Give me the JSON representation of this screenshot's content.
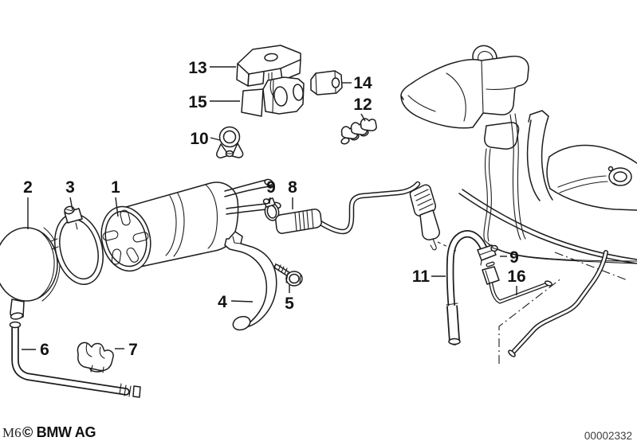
{
  "footer": {
    "page_marker": "M6",
    "copyright": "© BMW AG",
    "drawing_code": "00002332"
  },
  "colors": {
    "background": "#ffffff",
    "line": "#1d1d1d",
    "label_text": "#141414",
    "code_text": "#3d3d3d"
  },
  "callouts": [
    {
      "text": "13"
    },
    {
      "text": "15"
    },
    {
      "text": "14"
    },
    {
      "text": "12"
    },
    {
      "text": "10"
    },
    {
      "text": "2"
    },
    {
      "text": "3"
    },
    {
      "text": "1"
    },
    {
      "text": "9"
    },
    {
      "text": "8"
    },
    {
      "text": "4"
    },
    {
      "text": "5"
    },
    {
      "text": "11"
    },
    {
      "text": "9"
    },
    {
      "text": "16"
    },
    {
      "text": "6"
    },
    {
      "text": "7"
    }
  ]
}
